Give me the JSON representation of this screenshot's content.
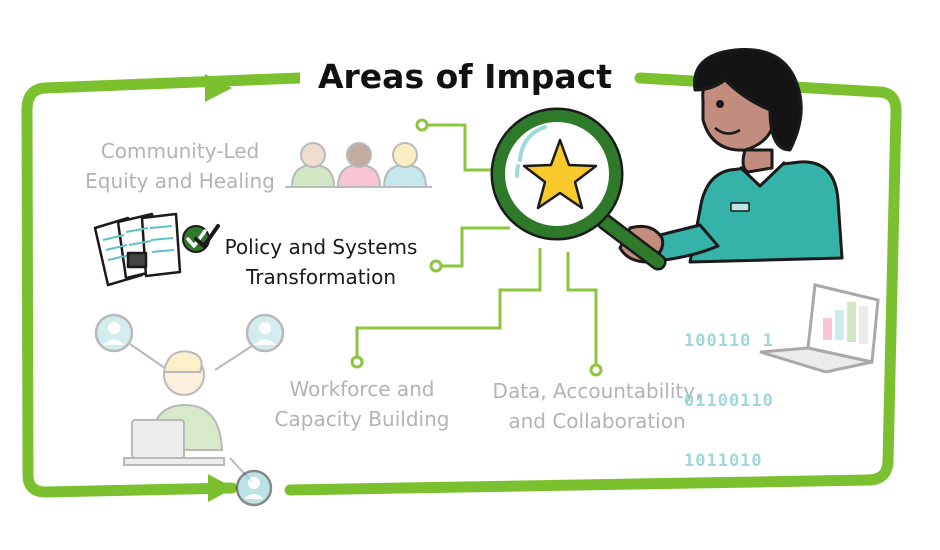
{
  "title": "Areas of Impact",
  "areas": [
    {
      "line1": "Community-Led",
      "line2": "Equity and Healing",
      "state": "inactive"
    },
    {
      "line1": "Policy and Systems",
      "line2": "Transformation",
      "state": "active"
    },
    {
      "line1": "Workforce and",
      "line2": "Capacity Building",
      "state": "inactive"
    },
    {
      "line1": "Data, Accountability,",
      "line2": "and Collaboration",
      "state": "inactive"
    }
  ],
  "binary": {
    "line1": "100110 1",
    "line2": "01100110",
    "line3": "1011010"
  },
  "colors": {
    "frame_green": "#7bc12f",
    "dark_green": "#2f7a2a",
    "line_green": "#8cc63f",
    "star_yellow": "#f7c92a",
    "teal": "#35b3a9",
    "muted_text": "#b3b3b3"
  },
  "icons": [
    "magnifier-icon",
    "star-icon",
    "person-icon",
    "documents-icon",
    "checkmark-icon",
    "laptop-icon",
    "bar-chart-icon",
    "avatar-icon",
    "arrow-icon"
  ]
}
